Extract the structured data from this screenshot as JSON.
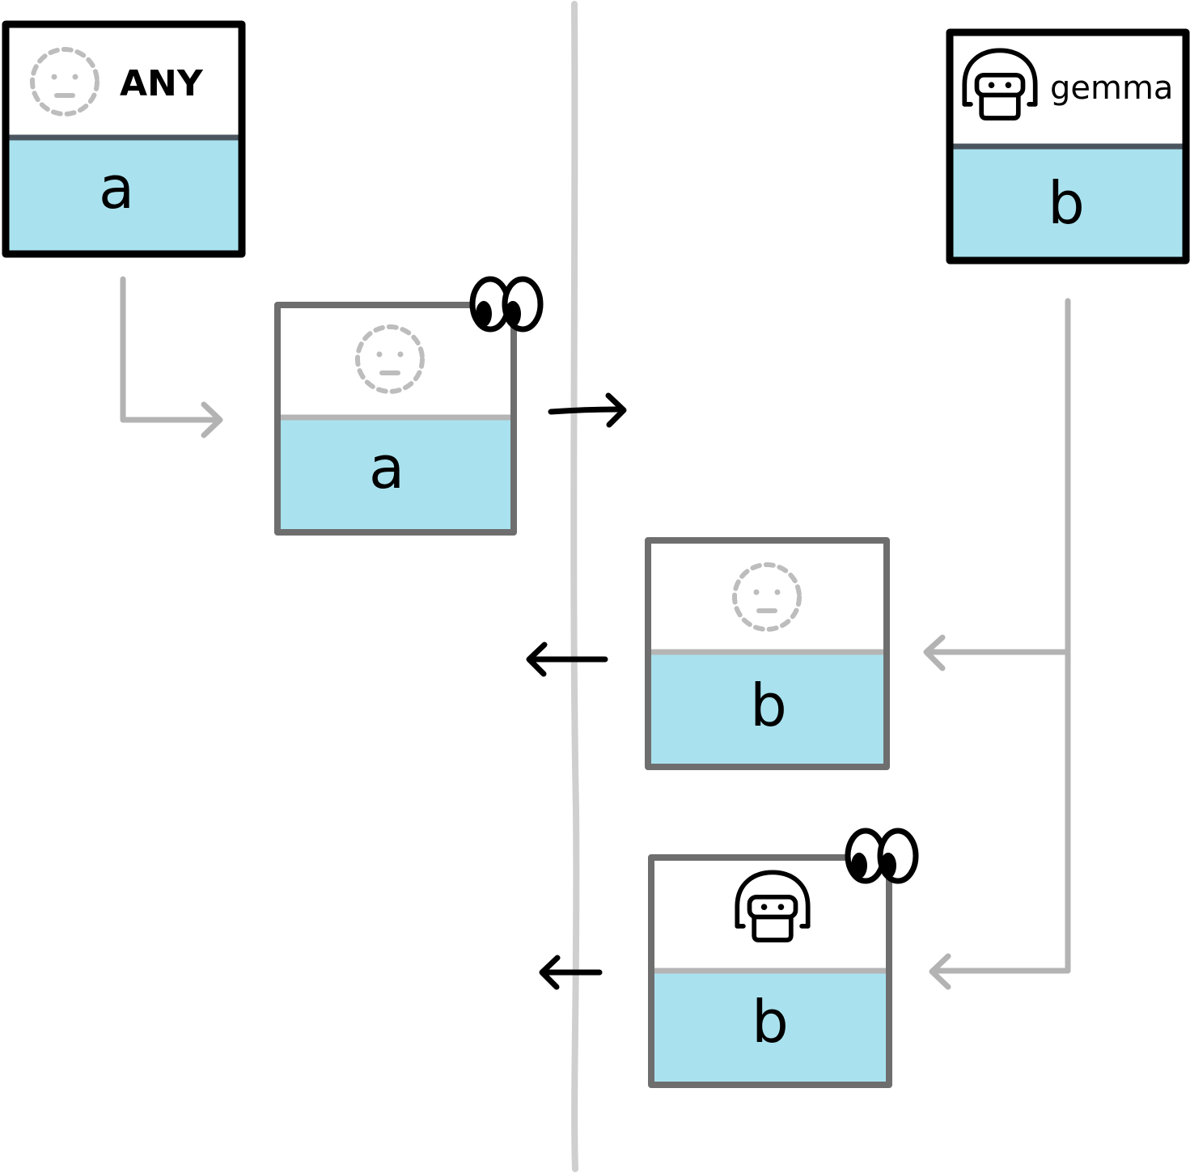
{
  "sender_box": {
    "label": "ANY",
    "value": "a",
    "icon": "anonymous-user-icon"
  },
  "receiver_box": {
    "label": "gemma",
    "value": "b",
    "icon": "robot-avatar-icon"
  },
  "outgoing_message": {
    "value": "a",
    "icon": "anonymous-user-icon",
    "marker": "eyes-icon"
  },
  "reply_anonymous": {
    "value": "b",
    "icon": "anonymous-user-icon"
  },
  "reply_gemma": {
    "value": "b",
    "icon": "robot-avatar-icon",
    "marker": "eyes-icon"
  },
  "colors": {
    "value_fill": "#a9e2ee",
    "frame_black": "#000000",
    "frame_gray": "#6e6e6e",
    "connector_gray": "#b3b3b3",
    "divider_gray": "#cfcfcf"
  }
}
